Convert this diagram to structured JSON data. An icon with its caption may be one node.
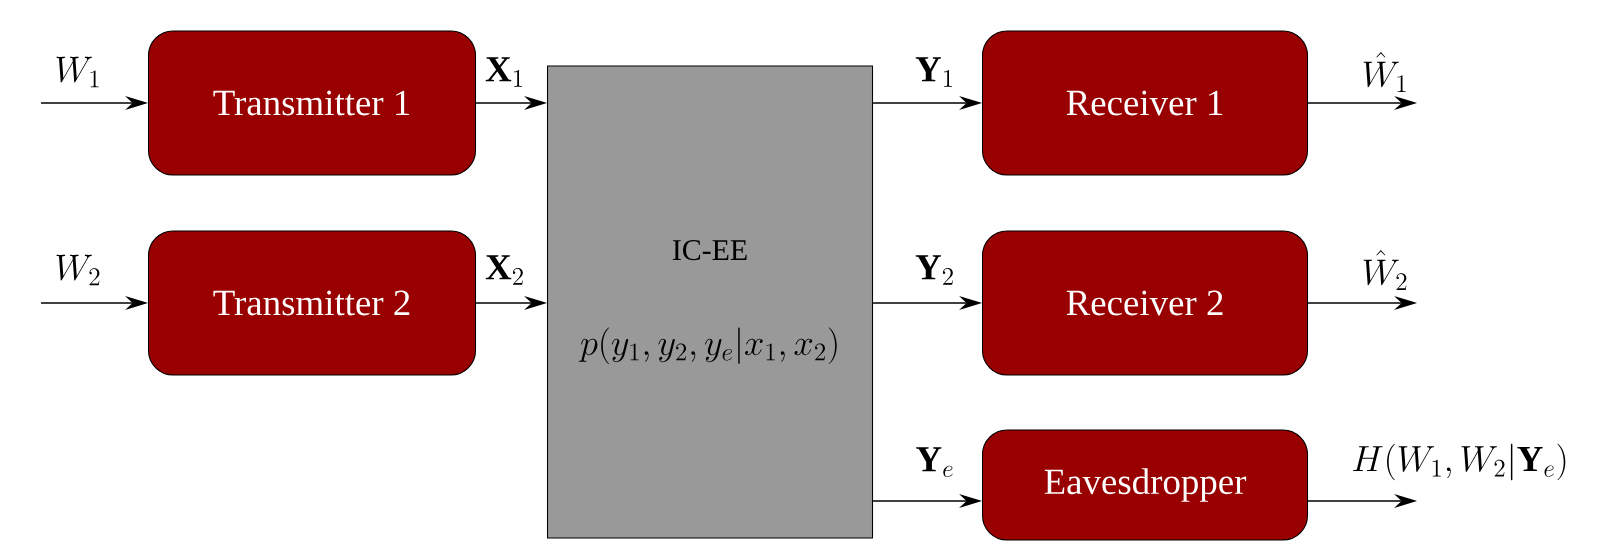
{
  "diagram": {
    "nodes": [
      {
        "text": [
          "Transmitter 1"
        ]
      },
      {
        "text": [
          "Transmitter 2"
        ]
      },
      {
        "text": [
          "IC-EE",
          "p(y_1, y_2, y_e|x_1, x_2)"
        ]
      },
      {
        "text": [
          "Receiver 1"
        ]
      },
      {
        "text": [
          "Receiver 2"
        ]
      },
      {
        "text": [
          "Eavesdropper"
        ]
      }
    ],
    "edges": [
      {
        "from": null,
        "to": 0,
        "arrow": "to",
        "label": "W_1"
      },
      {
        "from": null,
        "to": 1,
        "arrow": "to",
        "label": "W_2"
      },
      {
        "from": 0,
        "to": 2,
        "arrow": "to",
        "label": "\\mathbf{X}_1"
      },
      {
        "from": 1,
        "to": 2,
        "arrow": "to",
        "label": "\\mathbf{X}_2"
      },
      {
        "from": 2,
        "to": 3,
        "arrow": "to",
        "label": "\\mathbf{Y}_1"
      },
      {
        "from": 2,
        "to": 4,
        "arrow": "to",
        "label": "\\mathbf{Y}_2"
      },
      {
        "from": 2,
        "to": 5,
        "arrow": "to",
        "label": "\\mathbf{Y}_e"
      },
      {
        "from": 3,
        "to": null,
        "arrow": "to",
        "label": "\\hat{W}_1"
      },
      {
        "from": 4,
        "to": null,
        "arrow": "to",
        "label": "\\hat{W}_2"
      },
      {
        "from": 5,
        "to": null,
        "arrow": "to",
        "label": "H(W_1, W_2|\\mathbf{Y}_e)"
      }
    ]
  }
}
